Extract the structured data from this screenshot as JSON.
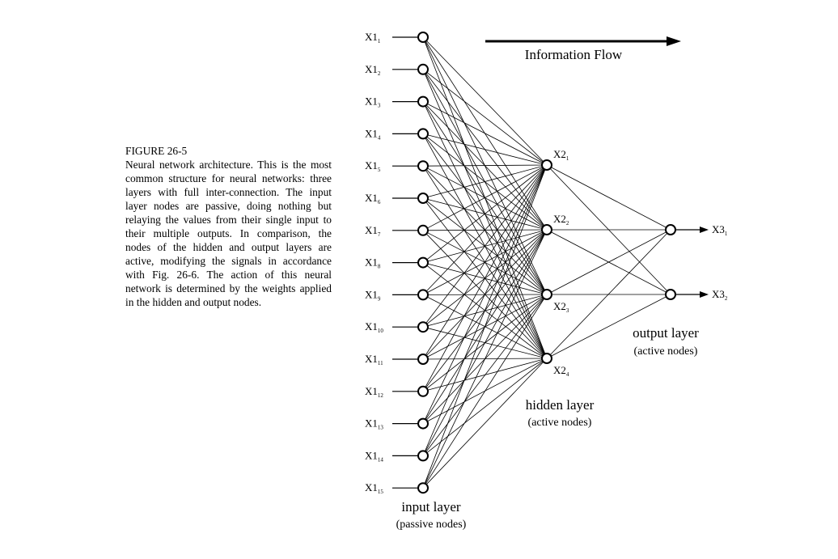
{
  "caption": {
    "title": "FIGURE 26-5",
    "body": "Neural network architecture. This is the most common structure for neural networks: three layers with full inter-connection. The input layer nodes are passive, doing nothing but relaying the values from their single input to their multiple outputs. In comparison, the nodes of the hidden and output layers are active, modifying the signals in accordance with Fig. 26-6. The action of this neural network is determined by the weights applied in the hidden and output nodes."
  },
  "flow_label": "Information Flow",
  "input_layer": {
    "title": "input layer",
    "subtitle": "(passive nodes)",
    "prefix": "X1",
    "subscripts": [
      "1",
      "2",
      "3",
      "4",
      "5",
      "6",
      "7",
      "8",
      "9",
      "10",
      "11",
      "12",
      "13",
      "14",
      "15"
    ]
  },
  "hidden_layer": {
    "title": "hidden layer",
    "subtitle": "(active nodes)",
    "prefix": "X2",
    "subscripts": [
      "1",
      "2",
      "3",
      "4"
    ]
  },
  "output_layer": {
    "title": "output layer",
    "subtitle": "(active nodes)",
    "prefix": "X3",
    "subscripts": [
      "1",
      "2"
    ]
  },
  "colors": {
    "ink": "#000000",
    "background": "#ffffff"
  }
}
